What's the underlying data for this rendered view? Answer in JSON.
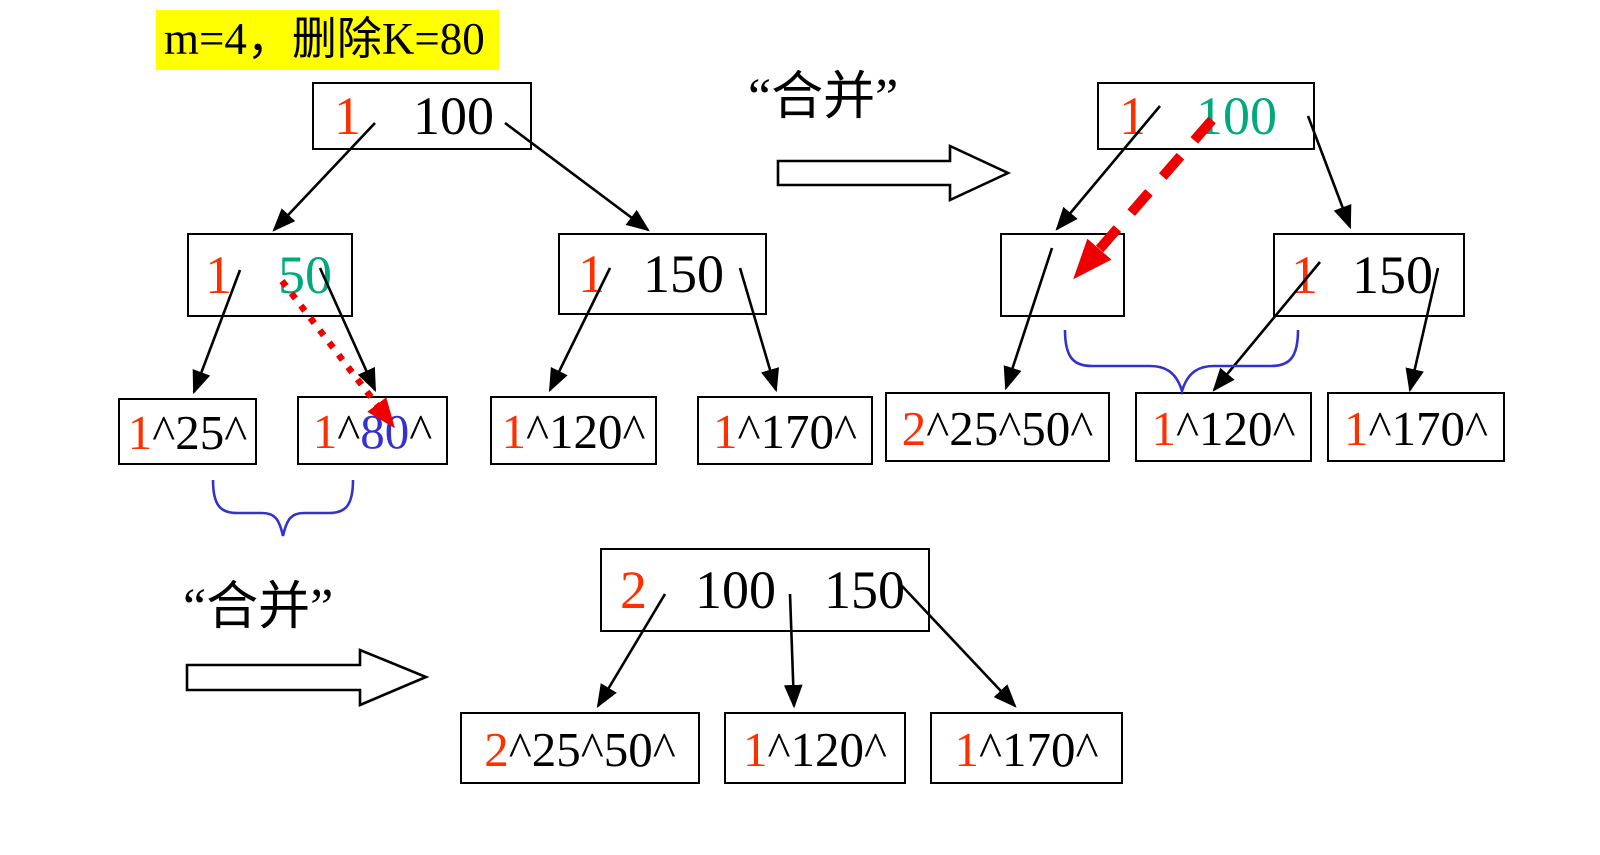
{
  "title": "m=4，删除K=80",
  "labels": {
    "merge_top": "“合并”",
    "merge_bottom": "“合并”"
  },
  "colors": {
    "highlight_yellow": "#ffff00",
    "count_red": "#ff3000",
    "key_green": "#00a87e",
    "key_blue": "#3333cc",
    "brace_blue": "#3333cc",
    "arrow_red": "#ee0000",
    "box_border": "#000000",
    "background": "#ffffff"
  },
  "left_tree": {
    "root": {
      "count": "1",
      "keys": "100"
    },
    "child_left": {
      "count": "1",
      "keys": "50"
    },
    "child_right": {
      "count": "1",
      "keys": "150"
    },
    "leaves": [
      {
        "count": "1",
        "rest": "^25^"
      },
      {
        "count": "1",
        "caret1": "^",
        "key": "80",
        "caret2": "^"
      },
      {
        "count": "1",
        "rest": "^120^"
      },
      {
        "count": "1",
        "rest": "^170^"
      }
    ]
  },
  "right_tree": {
    "root": {
      "count": "1",
      "keys": "100"
    },
    "child_right": {
      "count": "1",
      "keys": "150"
    },
    "leaves": [
      {
        "count": "2",
        "rest": "^25^50^"
      },
      {
        "count": "1",
        "rest": "^120^"
      },
      {
        "count": "1",
        "rest": "^170^"
      }
    ]
  },
  "bottom_tree": {
    "root": {
      "count": "2",
      "key1": "100",
      "key2": "150"
    },
    "leaves": [
      {
        "count": "2",
        "rest": "^25^50^"
      },
      {
        "count": "1",
        "rest": "^120^"
      },
      {
        "count": "1",
        "rest": "^170^"
      }
    ]
  }
}
